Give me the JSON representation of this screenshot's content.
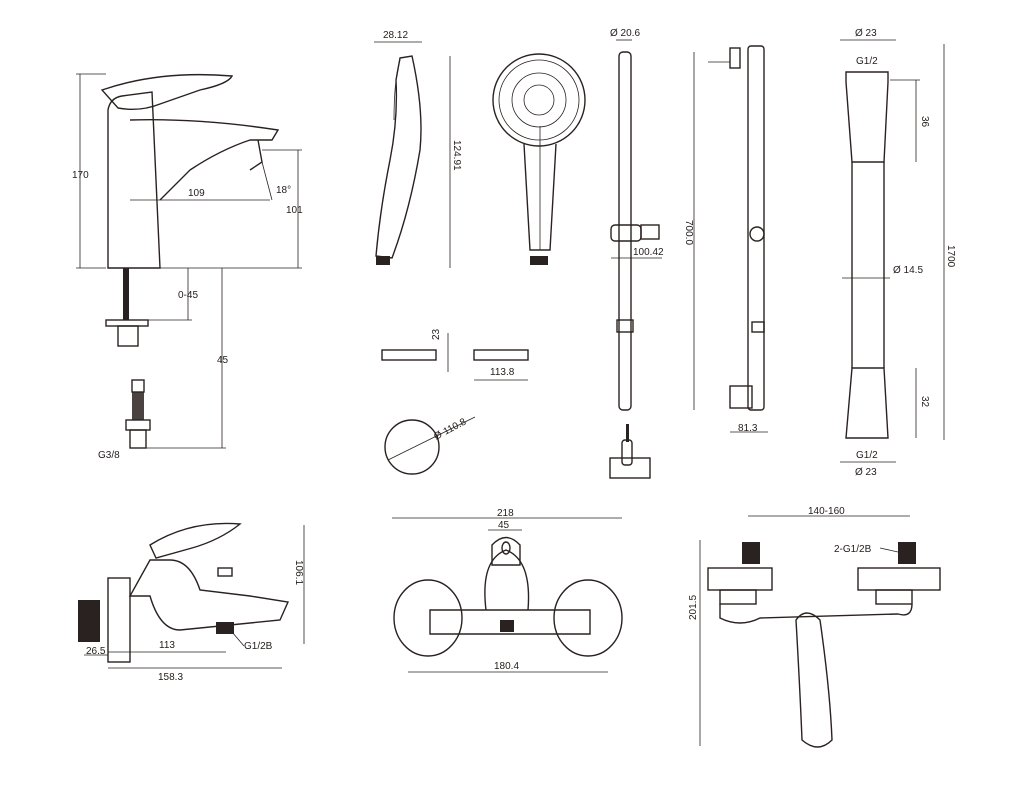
{
  "title": "Faucet and shower set dimension drawing",
  "basin_mixer": {
    "height": "170",
    "spout_reach": "109",
    "spout_angle": "18°",
    "spout_height": "101",
    "deck_thickness": "0-45",
    "hose_length": "45",
    "inlet_thread": "G3/8"
  },
  "hand_shower": {
    "thickness": "28.12",
    "length": "124.91"
  },
  "shower_rail": {
    "bar_diameter": "Ø 20.6",
    "bar_length": "700.0",
    "slider_width": "100.42",
    "bracket_depth": "81.3"
  },
  "soap_dish": {
    "height": "23",
    "width": "113.8",
    "diameter": "Ø 110.8"
  },
  "hose": {
    "top_diameter": "Ø 23",
    "top_thread": "G1/2",
    "top_nut_length": "36",
    "hose_diameter": "Ø 14.5",
    "length": "1700",
    "bottom_nut_length": "32",
    "bottom_thread": "G1/2",
    "bottom_diameter": "Ø 23"
  },
  "bath_mixer_side": {
    "height": "106.1",
    "flange": "26.5",
    "outlet_offset": "113",
    "outlet_thread": "G1/2B",
    "total_length": "158.3"
  },
  "bath_mixer_front": {
    "width": "218",
    "handle_width": "45",
    "flange_span": "180.4"
  },
  "shower_mixer": {
    "centers": "140-160",
    "inlet_thread": "2-G1/2B",
    "height": "201.5"
  }
}
